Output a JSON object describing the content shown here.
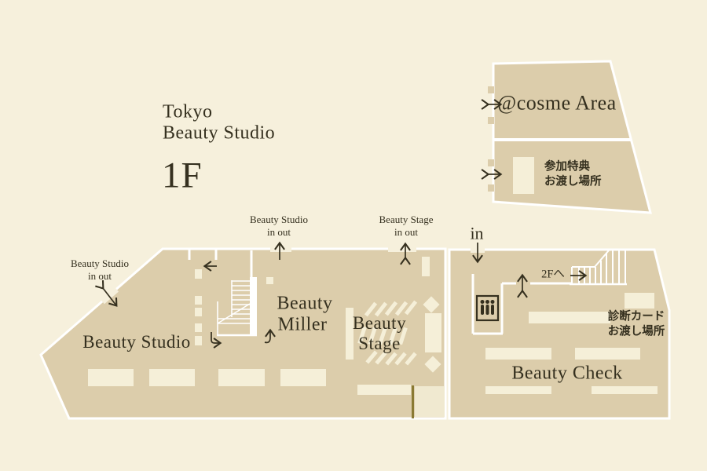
{
  "title": {
    "line1": "Tokyo",
    "line2": "Beauty Studio",
    "floor": "1F"
  },
  "cosme": {
    "area_label": "@cosme Area",
    "handout_line1": "参加特典",
    "handout_line2": "お渡し場所"
  },
  "rooms": {
    "studio": "Beauty Studio",
    "miller_line1": "Beauty",
    "miller_line2": "Miller",
    "stage_line1": "Beauty",
    "stage_line2": "Stage",
    "check": "Beauty Check"
  },
  "annotations": {
    "studio_inout_left_line1": "Beauty Studio",
    "studio_inout_left_line2": "in  out",
    "studio_inout_top_line1": "Beauty Studio",
    "studio_inout_top_line2": "in  out",
    "stage_inout_line1": "Beauty Stage",
    "stage_inout_line2": "in  out",
    "entrance": "in",
    "to_2f": "2Fへ",
    "diagnosis_line1": "診断カード",
    "diagnosis_line2": "お渡し場所"
  },
  "icons": [
    "horizontal-double-arrow-icon",
    "vertical-double-arrow-icon",
    "diagonal-double-arrow-icon",
    "up-arrow-icon",
    "down-arrow-icon",
    "left-arrow-icon",
    "right-arrow-icon",
    "hook-down-right-arrow-icon",
    "hook-up-arrow-icon",
    "elevator-people-icon",
    "stairs-icon"
  ],
  "colors": {
    "background": "#f6f0dc",
    "floor_fill": "#dccdab",
    "fixture_fill": "#f5efd8",
    "outline_white": "#ffffff",
    "ink": "#35301f",
    "accent_line": "#8a7a33",
    "inner_light": "#f0e9d0"
  }
}
